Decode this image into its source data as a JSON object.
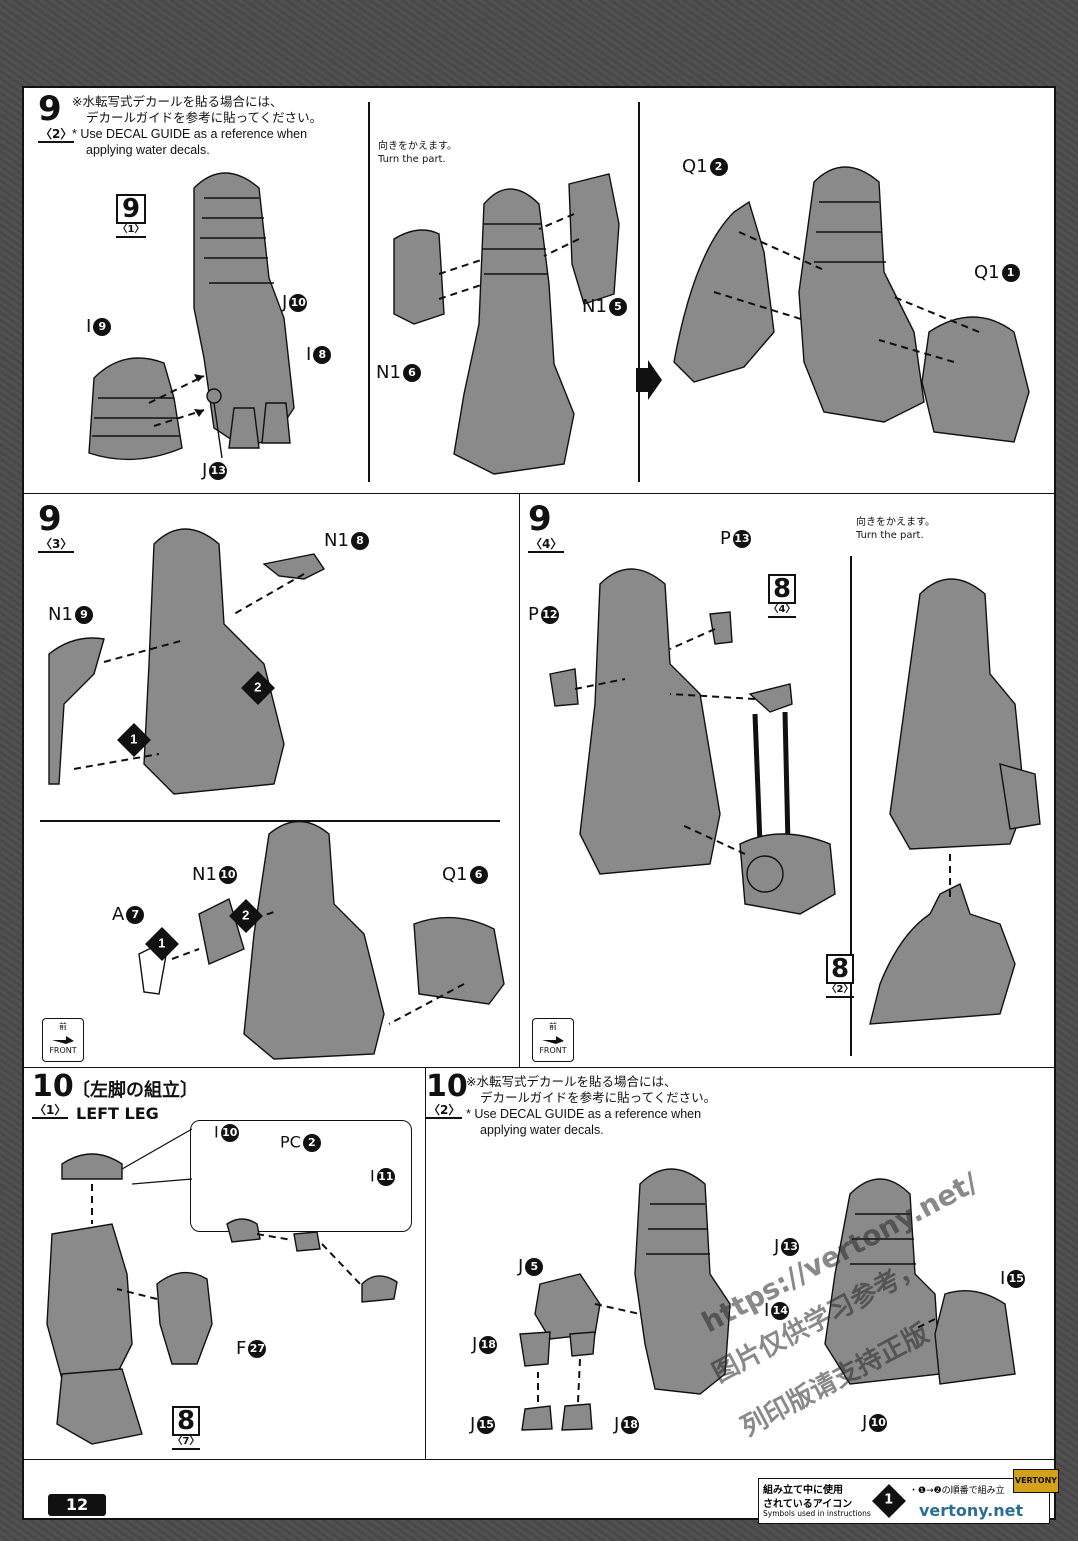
{
  "page": {
    "number": "12"
  },
  "step9_2": {
    "num": "9",
    "sub": "〈2〉",
    "note_jp_1": "※水転写式デカールを貼る場合には、",
    "note_jp_2": "デカールガイドを参考に貼ってください。",
    "note_en_1": "* Use DECAL GUIDE as a reference when",
    "note_en_2": "applying water decals.",
    "ref_num": "9",
    "ref_sub": "〈1〉",
    "labels": [
      "I",
      "J",
      "I",
      "J"
    ],
    "label_nums": [
      "9",
      "10",
      "8",
      "13"
    ],
    "turn_jp": "向きをかえます。",
    "turn_en": "Turn the part.",
    "mid_labels": [
      "N1",
      "N1"
    ],
    "mid_nums": [
      "6",
      "5"
    ],
    "right_labels": [
      "Q1",
      "Q1"
    ],
    "right_nums": [
      "2",
      "1"
    ]
  },
  "step9_3": {
    "num": "9",
    "sub": "〈3〉",
    "labels": [
      "N1",
      "N1",
      "N1",
      "A",
      "Q1"
    ],
    "label_nums": [
      "8",
      "9",
      "10",
      "7",
      "6"
    ],
    "order": [
      "1",
      "2"
    ],
    "front_jp": "前",
    "front_en": "FRONT"
  },
  "step9_4": {
    "num": "9",
    "sub": "〈4〉",
    "labels": [
      "P",
      "P"
    ],
    "label_nums": [
      "13",
      "12"
    ],
    "ref_a_num": "8",
    "ref_a_sub": "〈4〉",
    "ref_b_num": "8",
    "ref_b_sub": "〈2〉",
    "turn_jp": "向きをかえます。",
    "turn_en": "Turn the part.",
    "front_jp": "前",
    "front_en": "FRONT"
  },
  "step10_1": {
    "num": "10",
    "sub": "〈1〉",
    "title_jp": "〔左脚の組立〕",
    "title_en": "LEFT LEG",
    "labels": [
      "I",
      "PC",
      "I",
      "F"
    ],
    "label_nums": [
      "10",
      "2",
      "11",
      "27"
    ],
    "ref_num": "8",
    "ref_sub": "〈7〉"
  },
  "step10_2": {
    "num": "10",
    "sub": "〈2〉",
    "note_jp_1": "※水転写式デカールを貼る場合には、",
    "note_jp_2": "デカールガイドを参考に貼ってください。",
    "note_en_1": "* Use DECAL GUIDE as a reference when",
    "note_en_2": "applying water decals.",
    "labels": [
      "J",
      "J",
      "J",
      "J",
      "J",
      "I",
      "I",
      "J"
    ],
    "label_nums": [
      "5",
      "18",
      "15",
      "18",
      "13",
      "14",
      "15",
      "10"
    ]
  },
  "legend": {
    "jp_1": "組み立て中に使用",
    "jp_2": "されているアイコン",
    "en": "Symbols used in instructions",
    "badge": "1",
    "desc": "・❶→❷の順番で組み立",
    "tag": "VERTONY",
    "site": "vertony.net"
  },
  "watermark": {
    "line1": "https://vertony.net/",
    "line2": "图片仅供学习参考，",
    "line3": "列印版请支持正版"
  },
  "colors": {
    "part_gray": "#8a8a8a",
    "ink": "#111111",
    "page_bg": "#ffffff",
    "mat_bg": "#4d4d4d"
  }
}
